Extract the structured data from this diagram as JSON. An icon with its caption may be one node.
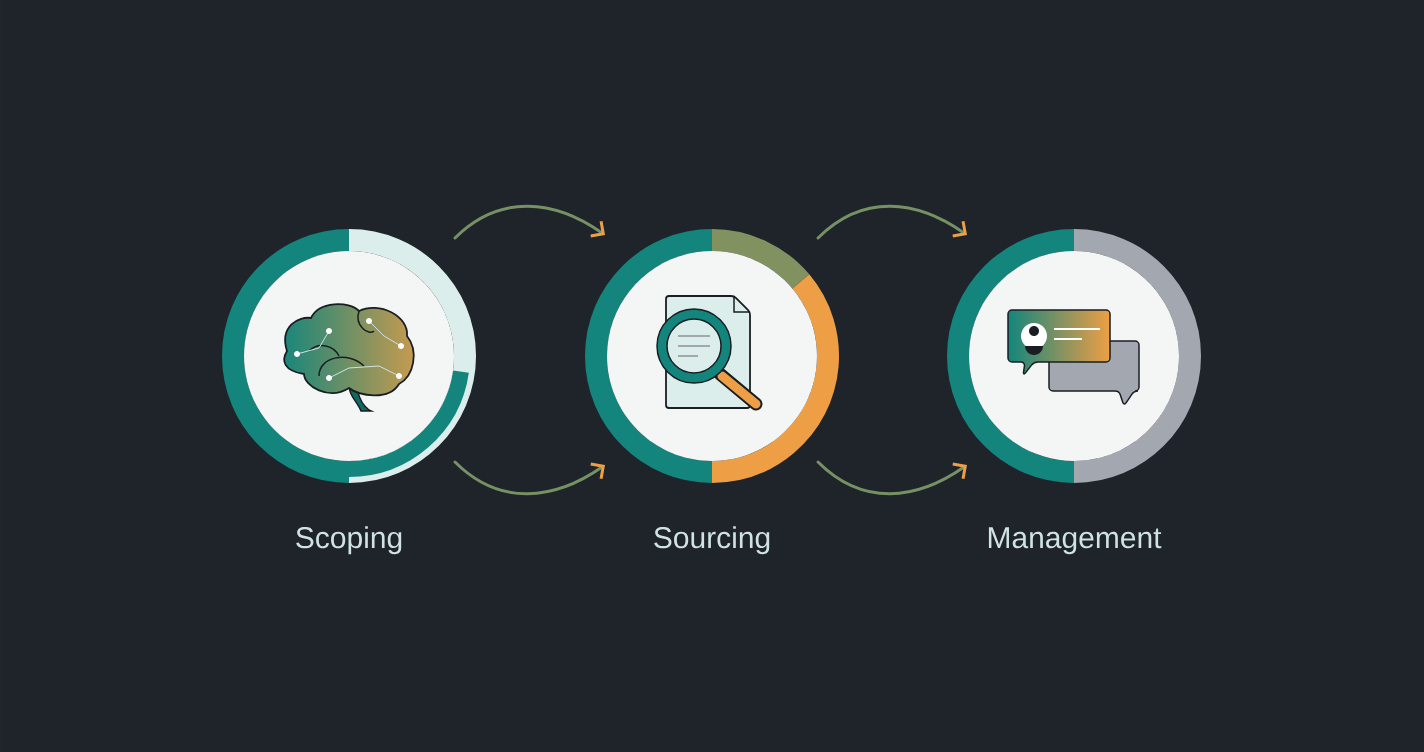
{
  "diagram": {
    "nodes": [
      {
        "text": [
          "Scoping"
        ]
      },
      {
        "text": [
          "Sourcing"
        ]
      },
      {
        "text": [
          "Management"
        ]
      }
    ],
    "edges": [
      {
        "from": 0,
        "to": 1,
        "arrow": "to"
      },
      {
        "from": 0,
        "to": 1,
        "arrow": "to"
      },
      {
        "from": 1,
        "to": 2,
        "arrow": "to"
      },
      {
        "from": 1,
        "to": 2,
        "arrow": "to"
      }
    ]
  }
}
